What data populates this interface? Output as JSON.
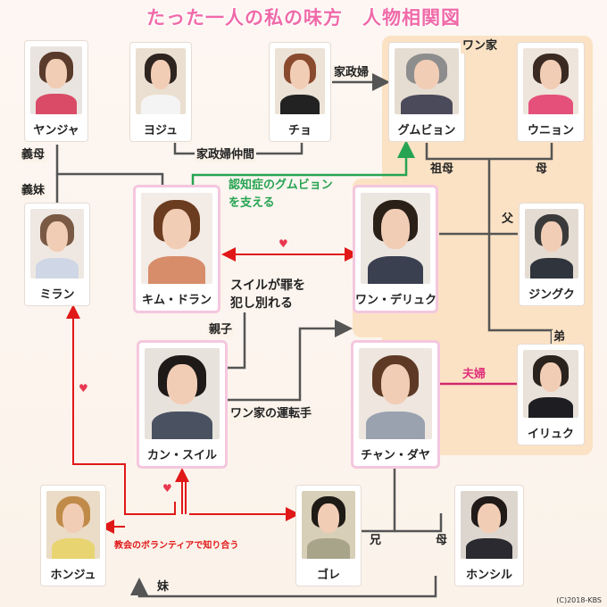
{
  "title": "たった一人の私の味方　人物相関図",
  "people": {
    "yanja": "ヤンジャ",
    "yoju": "ヨジュ",
    "cho": "チョ",
    "gumbyon": "グムビョン",
    "unyon": "ウニョン",
    "miran": "ミラン",
    "kimdoran": "キム・ドラン",
    "wanderyuk": "ワン・デリュク",
    "jingguk": "ジングク",
    "kansuil": "カン・スイル",
    "chandaya": "チャン・ダヤ",
    "iryuk": "イリュク",
    "honju": "ホンジュ",
    "gore": "ゴレ",
    "honsil": "ホンシル"
  },
  "labels": {
    "wan_family": "ワン家",
    "housekeeper": "家政婦",
    "housekeeper_fellow": "家政婦仲間",
    "mother_in_law": "義母",
    "sister_in_law": "義妹",
    "grandmother": "祖母",
    "mother": "母",
    "father": "父",
    "support_1": "認知症のグムビョン",
    "support_2": "を支える",
    "crime_1": "スイルが罪を",
    "crime_2": "犯し別れる",
    "parent_child": "親子",
    "younger_brother": "弟",
    "couple": "夫婦",
    "driver": "ワン家の運転手",
    "volunteer": "教会のボランティアで知り合う",
    "older_brother": "兄",
    "mother2": "母",
    "younger_sister": "妹"
  },
  "hearts": [
    "♥",
    "♥",
    "♥"
  ],
  "copyright": "(C)2018-KBS",
  "colors": {
    "title": "#f06aa8",
    "family_bg": "#fbe2c4",
    "green": "#26a452",
    "pink": "#e0307a",
    "red": "#e01818",
    "line": "#555555"
  }
}
